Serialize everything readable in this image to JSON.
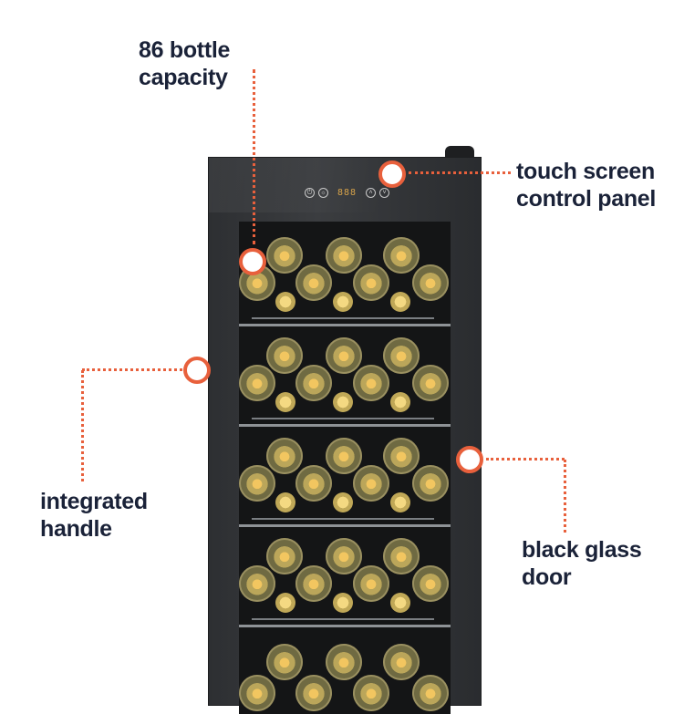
{
  "annotations": {
    "capacity": {
      "line1": "86 bottle",
      "line2": "capacity"
    },
    "control_panel": {
      "line1": "touch screen",
      "line2": "control panel"
    },
    "handle": {
      "line1": "integrated",
      "line2": "handle"
    },
    "door": {
      "line1": "black glass",
      "line2": "door"
    }
  },
  "control_panel_display": {
    "power_icon": "power-icon",
    "light_icon": "light-icon",
    "temperature_readout": "888",
    "up_icon": "chevron-up-icon",
    "down_icon": "chevron-down-icon"
  },
  "colors": {
    "accent": "#e8603c",
    "text": "#1a2238",
    "fridge_body": "#2d2f32",
    "display_digits": "#d7a34a"
  }
}
